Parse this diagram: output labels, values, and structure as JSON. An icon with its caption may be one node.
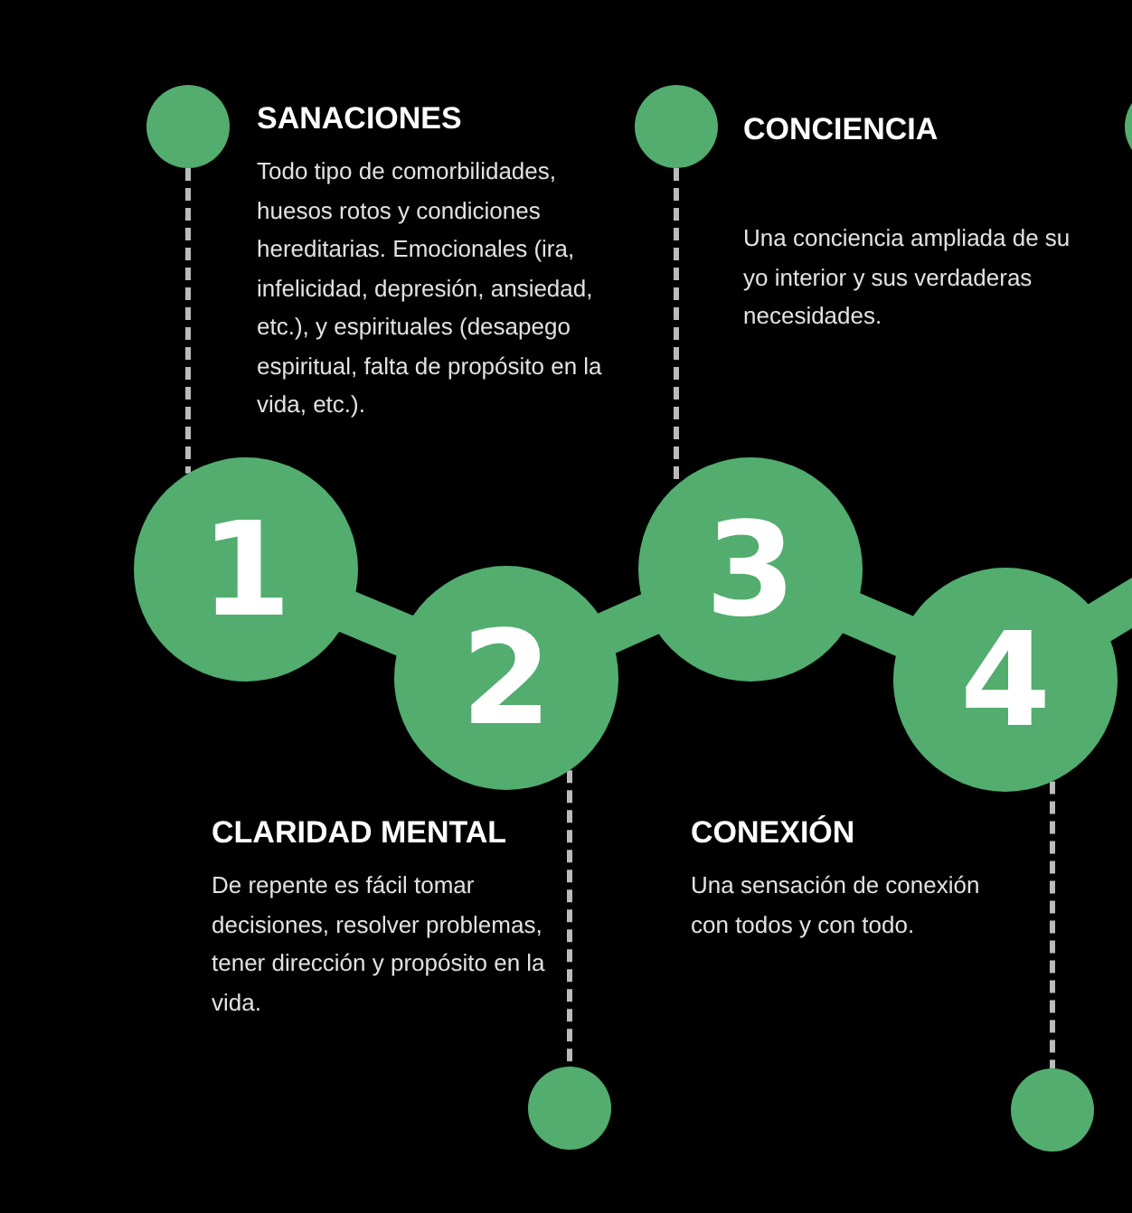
{
  "diagram": {
    "nodes": [
      {
        "text": [],
        "shape": "circle"
      },
      {
        "text": [],
        "shape": "circle"
      },
      {
        "text": [],
        "shape": "circle"
      },
      {
        "text": [
          "1"
        ]
      },
      {
        "text": [
          "2"
        ]
      },
      {
        "text": [
          "3"
        ]
      },
      {
        "text": [
          "4"
        ]
      },
      {
        "text": [],
        "shape": "circle"
      },
      {
        "text": [],
        "shape": "circle"
      }
    ],
    "edges": [
      {
        "from": 0,
        "to": 3,
        "arrow": "none",
        "style": "dashed"
      },
      {
        "from": 1,
        "to": 5,
        "arrow": "none",
        "style": "dashed"
      },
      {
        "from": 3,
        "to": 4,
        "arrow": "none",
        "style": "thick",
        "color": "#52ad6e"
      },
      {
        "from": 4,
        "to": 5,
        "arrow": "none",
        "style": "thick",
        "color": "#52ad6e"
      },
      {
        "from": 5,
        "to": 6,
        "arrow": "none",
        "style": "thick",
        "color": "#52ad6e"
      },
      {
        "from": 6,
        "to": null,
        "arrow": "none",
        "style": "thick",
        "color": "#52ad6e"
      },
      {
        "from": 4,
        "to": 7,
        "arrow": "none",
        "style": "dashed"
      },
      {
        "from": 6,
        "to": 8,
        "arrow": "none",
        "style": "dashed"
      }
    ],
    "labels": [
      "SANACIONES",
      "CONCIENCIA",
      "Todo tipo de comorbilidades, huesos rotos y condiciones hereditarias. Emocionales (ira, infelicidad, depresión, ansiedad, etc.), y espirituales (desapego espiritual, falta de propósito en la vida, etc.).",
      "Una conciencia ampliada de su yo interior y sus verdaderas necesidades.",
      "CLARIDAD MENTAL",
      "CONEXIÓN",
      "De repente es fácil tomar decisiones, resolver problemas, tener dirección y propósito en la vida.",
      "Una sensación de conexión con todos y con todo."
    ]
  }
}
